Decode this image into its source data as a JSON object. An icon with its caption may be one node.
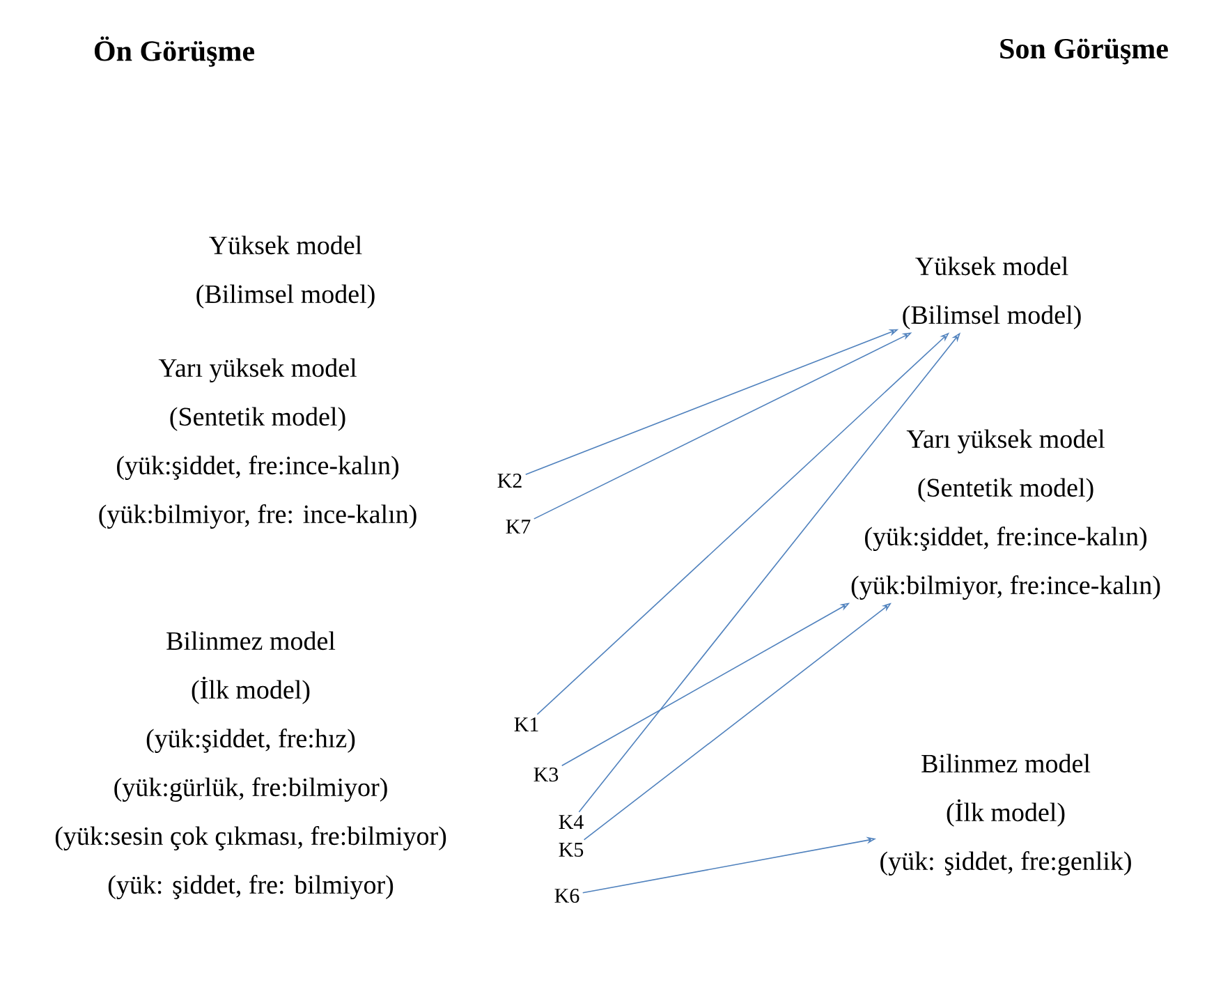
{
  "diagram": {
    "nodes": [
      {
        "text": [
          "Yüksek model",
          "(Bilimsel model)"
        ]
      },
      {
        "text": [
          "Yarı yüksek model",
          "(Sentetik model)",
          "(yük:şiddet, fre:ince-kalın)",
          "(yük:bilmiyor, fre: ince-kalın)"
        ]
      },
      {
        "text": [
          "Bilinmez model",
          "(İlk model)",
          "(yük:şiddet, fre:hız)",
          "(yük:gürlük, fre:bilmiyor)",
          "(yük:sesin çok çıkması, fre:bilmiyor)",
          "(yük: şiddet, fre: bilmiyor)"
        ]
      },
      {
        "text": [
          "K2"
        ]
      },
      {
        "text": [
          "K7"
        ]
      },
      {
        "text": [
          "K1"
        ]
      },
      {
        "text": [
          "K3"
        ]
      },
      {
        "text": [
          "K4"
        ]
      },
      {
        "text": [
          "K5"
        ]
      },
      {
        "text": [
          "K6"
        ]
      },
      {
        "text": [
          "Yüksek model",
          "(Bilimsel model)"
        ]
      },
      {
        "text": [
          "Yarı yüksek model",
          "(Sentetik model)",
          "(yük:şiddet, fre:ince-kalın)",
          "(yük:bilmiyor, fre:ince-kalın)"
        ]
      },
      {
        "text": [
          "Bilinmez model",
          "(İlk model)",
          "(yük: şiddet, fre:genlik)"
        ]
      }
    ],
    "edges": [
      {
        "from": 3,
        "to": 10,
        "arrow": "to"
      },
      {
        "from": 4,
        "to": 10,
        "arrow": "to"
      },
      {
        "from": 5,
        "to": 10,
        "arrow": "to"
      },
      {
        "from": 6,
        "to": 11,
        "arrow": "to"
      },
      {
        "from": 7,
        "to": 10,
        "arrow": "to"
      },
      {
        "from": 8,
        "to": 11,
        "arrow": "to"
      },
      {
        "from": 9,
        "to": 12,
        "arrow": "to"
      }
    ],
    "labels": [
      "Ön Görüşme",
      "Son Görüşme"
    ]
  }
}
